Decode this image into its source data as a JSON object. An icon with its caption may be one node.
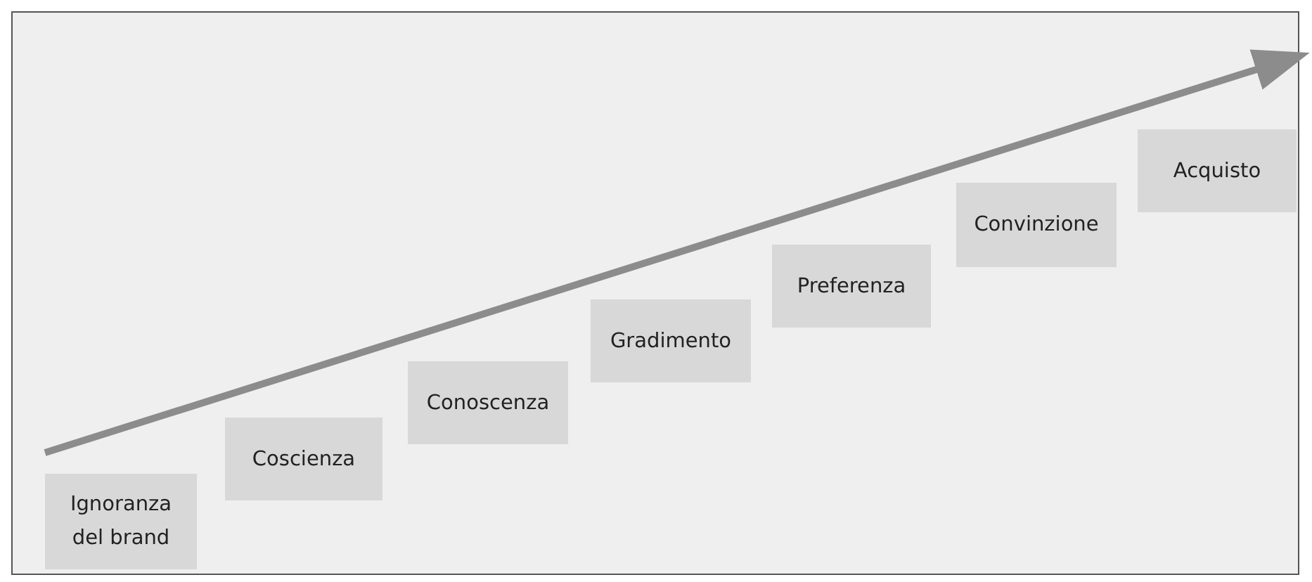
{
  "diagram": {
    "nodes": [
      {
        "text": [
          "Ignoranza del brand"
        ]
      },
      {
        "text": [
          "Coscienza"
        ]
      },
      {
        "text": [
          "Conoscenza"
        ]
      },
      {
        "text": [
          "Gradimento"
        ]
      },
      {
        "text": [
          "Preferenza"
        ]
      },
      {
        "text": [
          "Convinzione"
        ]
      },
      {
        "text": [
          "Acquisto"
        ]
      }
    ]
  }
}
